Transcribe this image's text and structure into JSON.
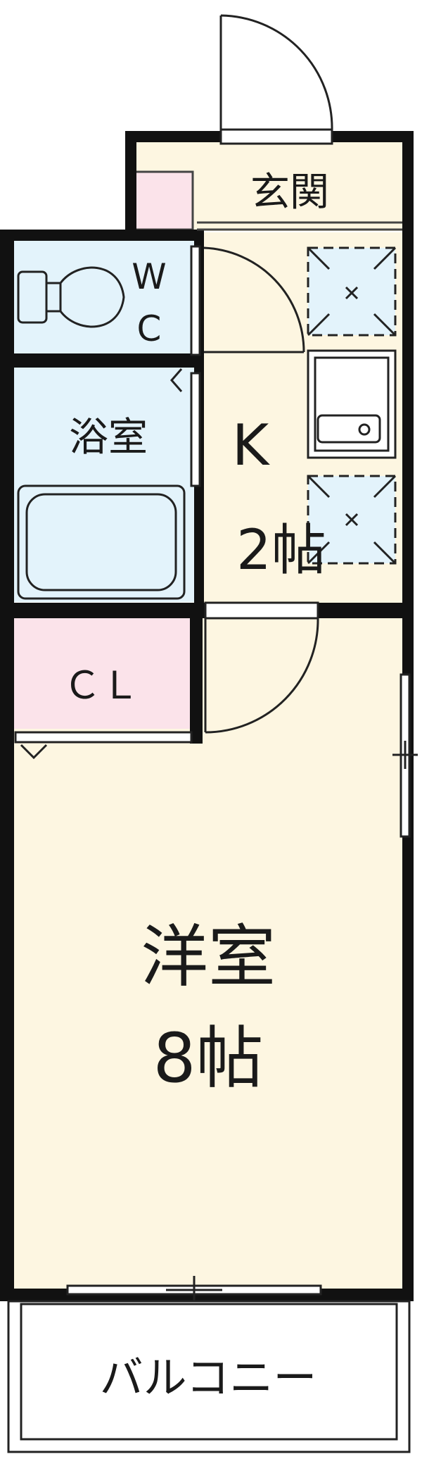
{
  "rooms": {
    "entrance": {
      "label": "玄関"
    },
    "wc": {
      "label_line1": "W",
      "label_line2": "C"
    },
    "bath": {
      "label": "浴室"
    },
    "kitchen": {
      "label_line1": "K",
      "label_line2": "2帖"
    },
    "closet": {
      "label": "ＣＬ"
    },
    "western_room": {
      "label_line1": "洋室",
      "label_line2": "8帖"
    },
    "balcony": {
      "label": "バルコニー"
    }
  },
  "colors": {
    "wall": "#111111",
    "floor_cream": "#fdf6e1",
    "wet_blue": "#e3f3fb",
    "closet_pink": "#fbe3ea",
    "line_gray": "#444444"
  }
}
